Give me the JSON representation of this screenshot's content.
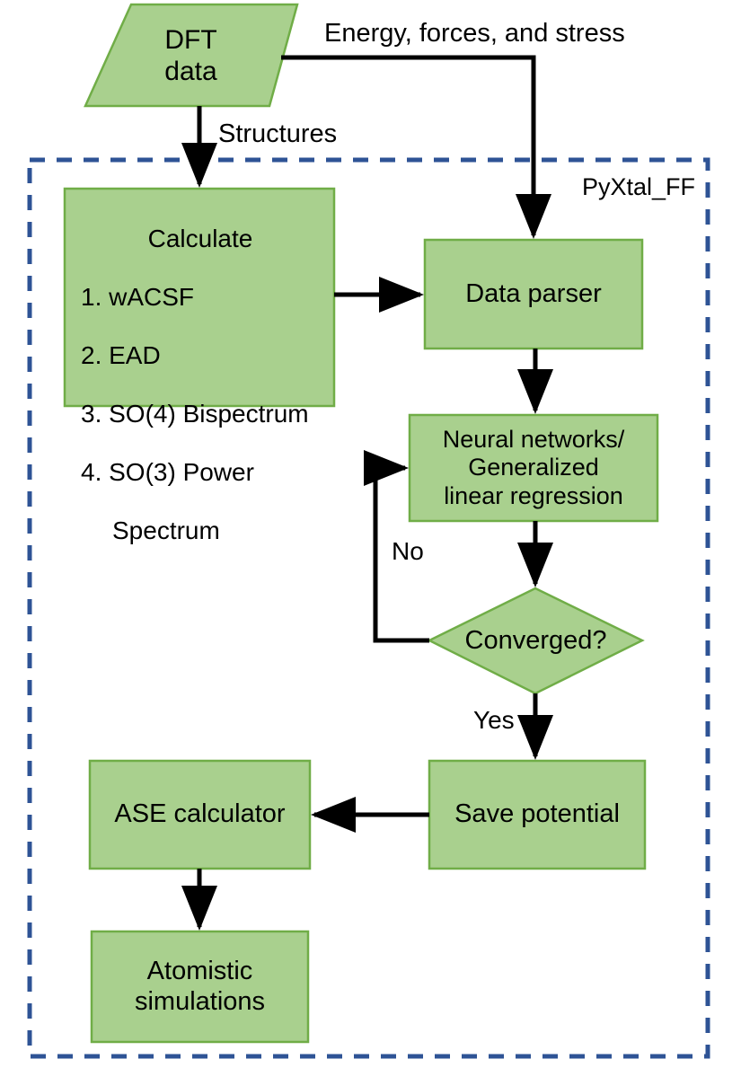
{
  "diagram": {
    "title": "PyXtal_FF workflow flowchart",
    "colors": {
      "node_fill": "#A9D08E",
      "node_stroke": "#70AD47",
      "arrow": "#000000",
      "container_border": "#2E5395",
      "background": "#FFFFFF",
      "text": "#000000"
    },
    "container": {
      "label": "PyXtal_FF"
    },
    "nodes": {
      "dft_data": {
        "shape": "parallelogram",
        "label": "DFT\ndata"
      },
      "calculate": {
        "shape": "rectangle",
        "title": "Calculate",
        "items": [
          "1. wACSF",
          "2. EAD",
          "3. SO(4) Bispectrum",
          "4. SO(3) Power"
        ],
        "continuation": "Spectrum"
      },
      "data_parser": {
        "shape": "rectangle",
        "label": "Data parser"
      },
      "model": {
        "shape": "rectangle",
        "label": "Neural networks/\nGeneralized\nlinear regression"
      },
      "converged": {
        "shape": "diamond",
        "label": "Converged?"
      },
      "save_potential": {
        "shape": "rectangle",
        "label": "Save potential"
      },
      "ase_calculator": {
        "shape": "rectangle",
        "label": "ASE calculator"
      },
      "atomistic_simulations": {
        "shape": "rectangle",
        "label": "Atomistic\nsimulations"
      }
    },
    "edges": {
      "dft_to_parser": "Energy, forces, and stress",
      "dft_to_calculate": "Structures",
      "converged_no": "No",
      "converged_yes": "Yes"
    }
  }
}
